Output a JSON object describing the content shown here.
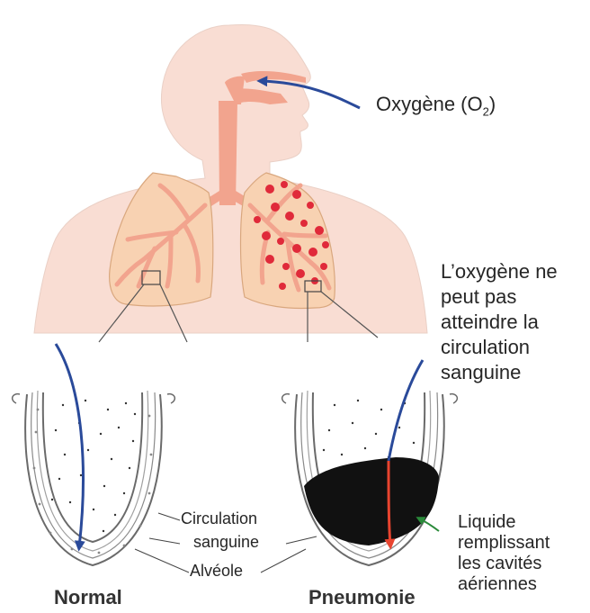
{
  "labels": {
    "oxygen": "Oxygène (O",
    "oxygen_sub": "2",
    "oxygen_close": ")",
    "blocked_lines": [
      "L’oxygène ne",
      "peut pas",
      "atteindre la",
      "circulation",
      "sanguine"
    ],
    "circulation_lines": [
      "Circulation",
      "sanguine"
    ],
    "alveole": "Alvéole",
    "liquid_lines": [
      "Liquide",
      "remplissant",
      "les cavités",
      "aériennes"
    ],
    "normal": "Normal",
    "pneumonia": "Pneumonie"
  },
  "colors": {
    "skin": "#f9ddd3",
    "airway": "#f2a48e",
    "lung": "#f8d2b2",
    "lesion": "#e02a3a",
    "arrow_blue": "#2a4a9a",
    "arrow_red": "#e8442f",
    "fluid": "#111111",
    "arrow_green": "#2a8a3a"
  }
}
